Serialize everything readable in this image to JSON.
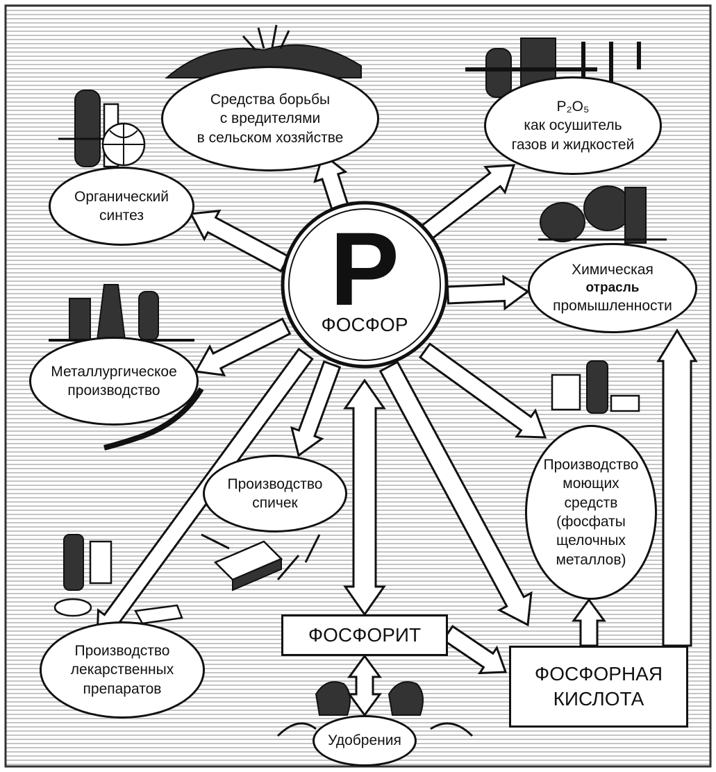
{
  "center": {
    "letter": "P",
    "label": "ФОСФОР"
  },
  "nodes": {
    "pest_control": "Средства борьбы\nс вредителями\nв сельском хозяйстве",
    "p2o5_formula": "P₂O₅",
    "p2o5_text": "как осушитель\nгазов и жидкостей",
    "organic_synthesis": "Органический\nсинтез",
    "chemical_industry_1": "Химическая",
    "chemical_industry_2": "отрасль",
    "chemical_industry_3": "промышленности",
    "metallurgy": "Металлургическое\nпроизводство",
    "matches": "Производство\nспичек",
    "detergents": "Производство\nмоющих\nсредств\n(фосфаты\nщелочных\nметаллов)",
    "medicines": "Производство\nлекарственных\nпрепаратов",
    "fertilizers": "Удобрения"
  },
  "boxes": {
    "phosphorite": "ФОСФОРИТ",
    "phosphoric_acid": "ФОСФОРНАЯ\nКИСЛОТА"
  },
  "colors": {
    "ink": "#111111",
    "paper": "#ffffff",
    "hatch": "#c4c4c4"
  }
}
